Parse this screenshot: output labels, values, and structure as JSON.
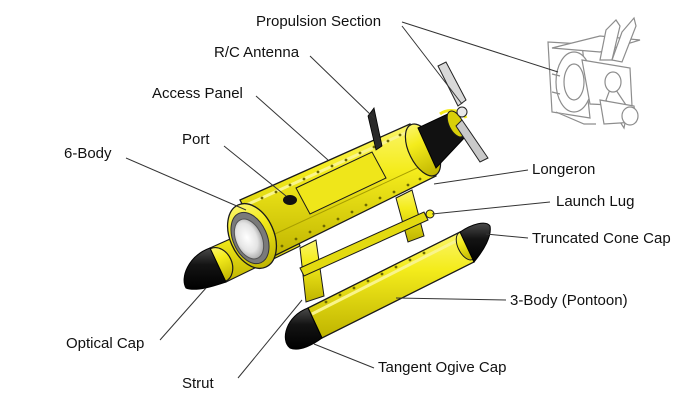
{
  "diagram": {
    "labels": {
      "propulsion_section": "Propulsion Section",
      "rc_antenna": "R/C Antenna",
      "access_panel": "Access Panel",
      "port": "Port",
      "six_body": "6-Body",
      "longeron": "Longeron",
      "launch_lug": "Launch Lug",
      "truncated_cone_cap": "Truncated Cone Cap",
      "three_body_pontoon": "3-Body (Pontoon)",
      "optical_cap": "Optical Cap",
      "tangent_ogive_cap": "Tangent Ogive Cap",
      "strut": "Strut"
    },
    "colors": {
      "body_yellow": "#f4ec1c",
      "body_shadow": "#c9bf00",
      "cap_black": "#141414",
      "outline": "#1a1a1a",
      "line_art": "#9a9a9a"
    }
  }
}
